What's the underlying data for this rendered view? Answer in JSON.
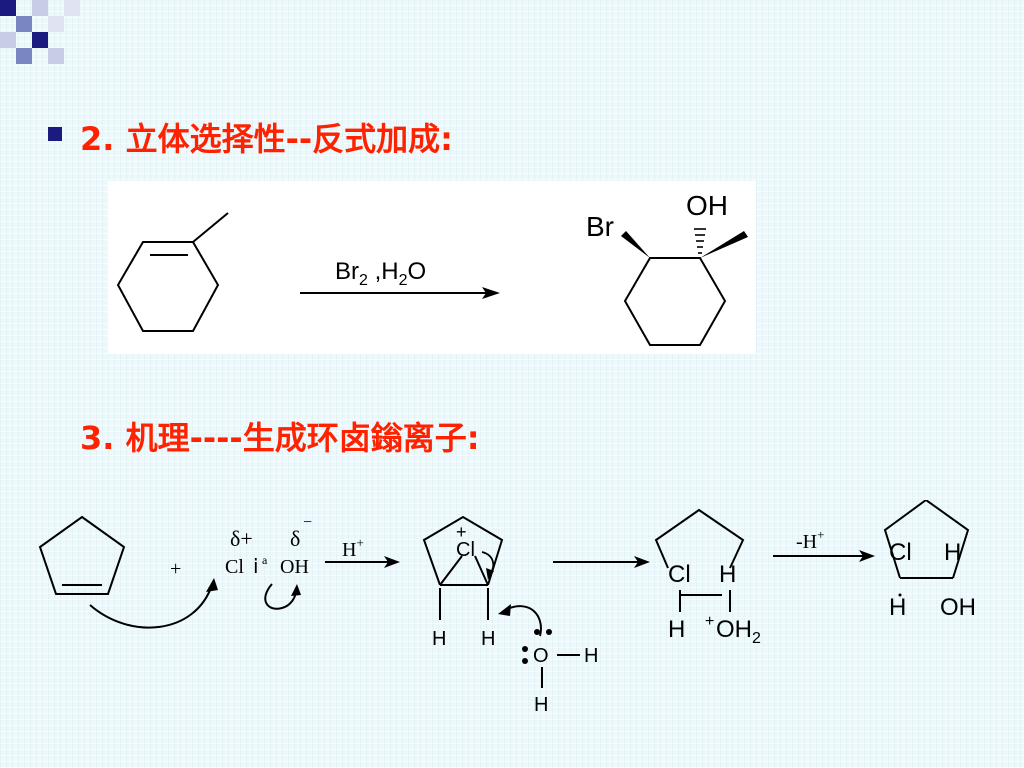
{
  "slide": {
    "colors": {
      "heading": "#ff2200",
      "bullet": "#1a1a80",
      "background": "#eef8fb"
    },
    "heading_2": "2. 立体选择性--反式加成:",
    "heading_3": "3. 机理----生成环卤鎓离子:"
  },
  "reaction_1": {
    "reagent_br": "Br",
    "reagent_2": "2",
    "reagent_sep": " ,H",
    "reagent_h2o_sub": "2",
    "reagent_o": "O",
    "product_br": "Br",
    "product_oh": "OH"
  },
  "mechanism": {
    "plus_sign": "+",
    "delta_plus": "δ+",
    "delta_minus_symbol": "δ",
    "minus_sign": "−",
    "reagent_cl": "Cl",
    "reagent_dots": "ⅰ",
    "reagent_a": "a",
    "reagent_oh": "OH",
    "h_plus_h": "H",
    "h_plus_sup": "+",
    "intermediate_cl": "Cl",
    "intermediate_plus": "+",
    "intermediate_h_left": "H",
    "intermediate_h_right": "H",
    "water_o": "O",
    "water_h_right": "H",
    "water_h_bottom": "H",
    "step2_cl": "Cl",
    "step2_h_top": "H",
    "step2_h_bottom": "H",
    "step2_plus": "+",
    "step2_oh": "OH",
    "step2_sub": "2",
    "minus_h_label": "-H",
    "minus_h_sup": "+",
    "product_cl": "Cl",
    "product_h_top": "H",
    "product_h_bottom": "H",
    "product_oh": "OH"
  }
}
